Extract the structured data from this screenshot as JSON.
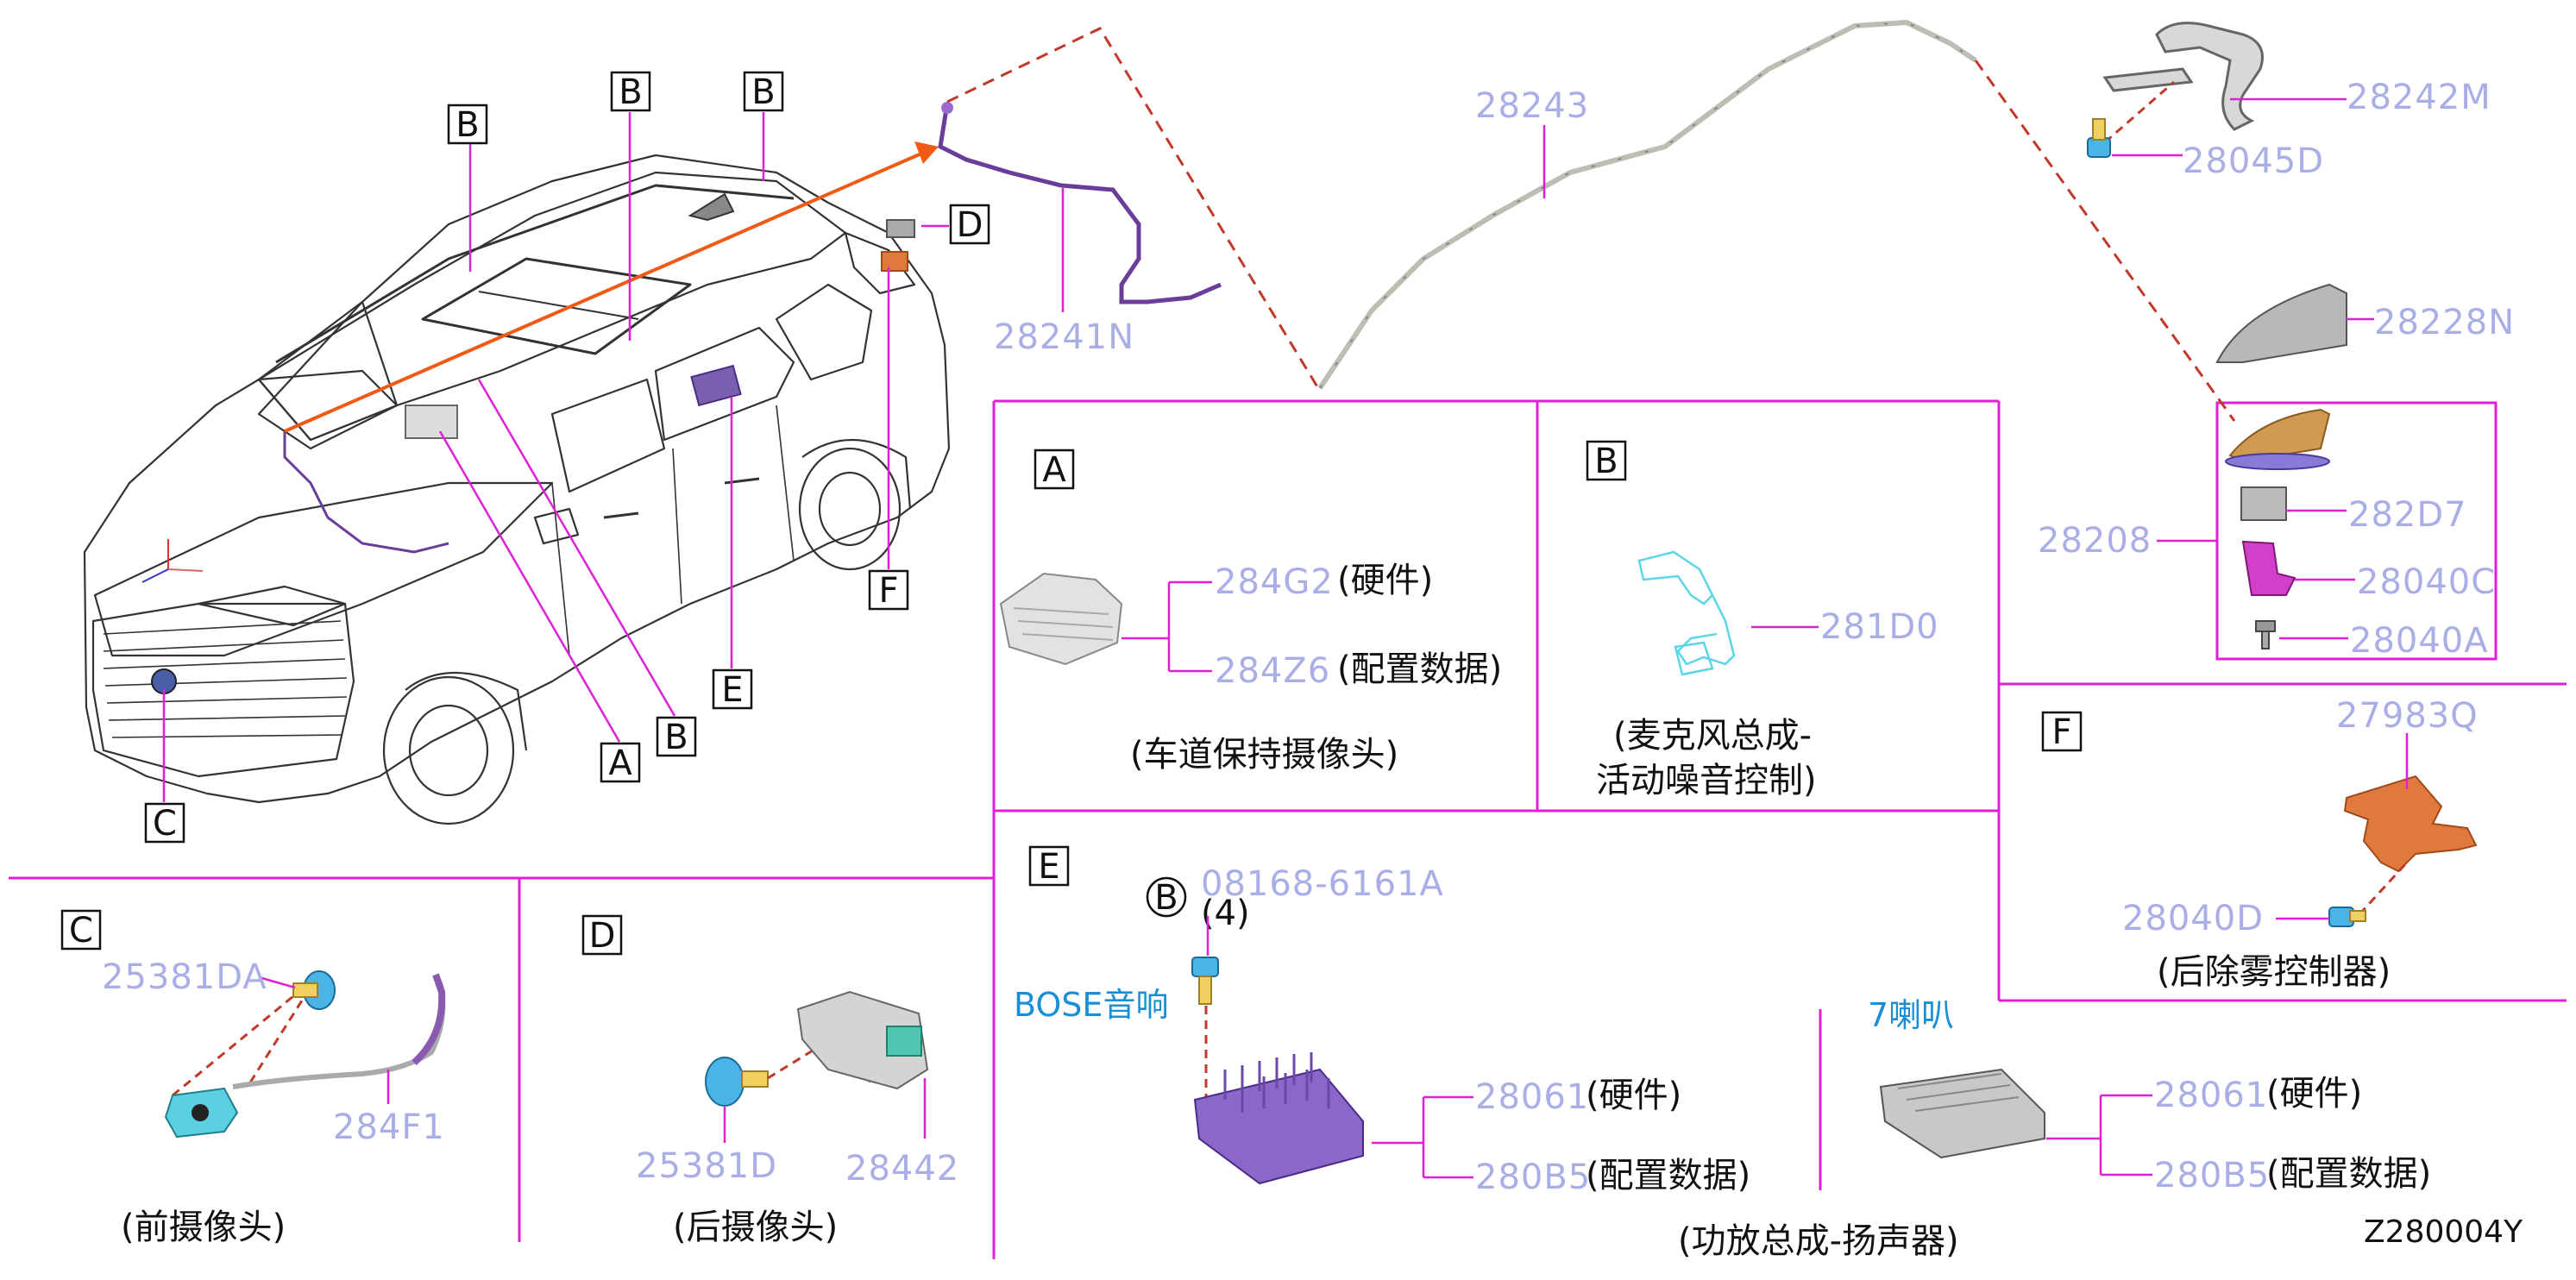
{
  "colors": {
    "frame": "#e020d8",
    "part_number": "#a9aee6",
    "callout_line": "#e020d8",
    "dash_line": "#c0392b",
    "arrow": "#f05a14",
    "harness": "#6a3d9a",
    "highlight_blue": "#1a8fd6"
  },
  "car_callouts": {
    "b1": "B",
    "b2": "B",
    "b3": "B",
    "d": "D",
    "f": "F",
    "a": "A",
    "b4": "B",
    "e": "E",
    "c": "C"
  },
  "top_parts": {
    "p28241N": "28241N",
    "p28243": "28243",
    "p28242M": "28242M",
    "p28045D": "28045D",
    "p28228N": "28228N",
    "p28208": "28208",
    "p282D7": "282D7",
    "p28040C": "28040C",
    "p28040A": "28040A"
  },
  "panel_a": {
    "letter": "A",
    "p1": "284G2",
    "p1_note": "(硬件)",
    "p2": "284Z6",
    "p2_note": "(配置数据)",
    "caption": "(车道保持摄像头)"
  },
  "panel_b": {
    "letter": "B",
    "p1": "281D0",
    "caption_line1": "(麦克风总成-",
    "caption_line2": "活动噪音控制)"
  },
  "panel_f": {
    "letter": "F",
    "p1": "27983Q",
    "p2": "28040D",
    "caption": "(后除雾控制器)"
  },
  "panel_c": {
    "letter": "C",
    "p1": "25381DA",
    "p2": "284F1",
    "caption": "(前摄像头)"
  },
  "panel_d": {
    "letter": "D",
    "p1": "25381D",
    "p2": "28442",
    "caption": "(后摄像头)"
  },
  "panel_e": {
    "letter": "E",
    "circle_letter": "B",
    "bolt": "08168-6161A",
    "bolt_qty": "(4)",
    "bose_label": "BOSE音响",
    "bose_p1": "28061",
    "bose_p1_note": "(硬件)",
    "bose_p2": "280B5",
    "bose_p2_note": "(配置数据)",
    "std_label": "7喇叭",
    "std_p1": "28061",
    "std_p1_note": "(硬件)",
    "std_p2": "280B5",
    "std_p2_note": "(配置数据)",
    "caption": "(功放总成-扬声器)"
  },
  "figure_code": "Z280004Y"
}
